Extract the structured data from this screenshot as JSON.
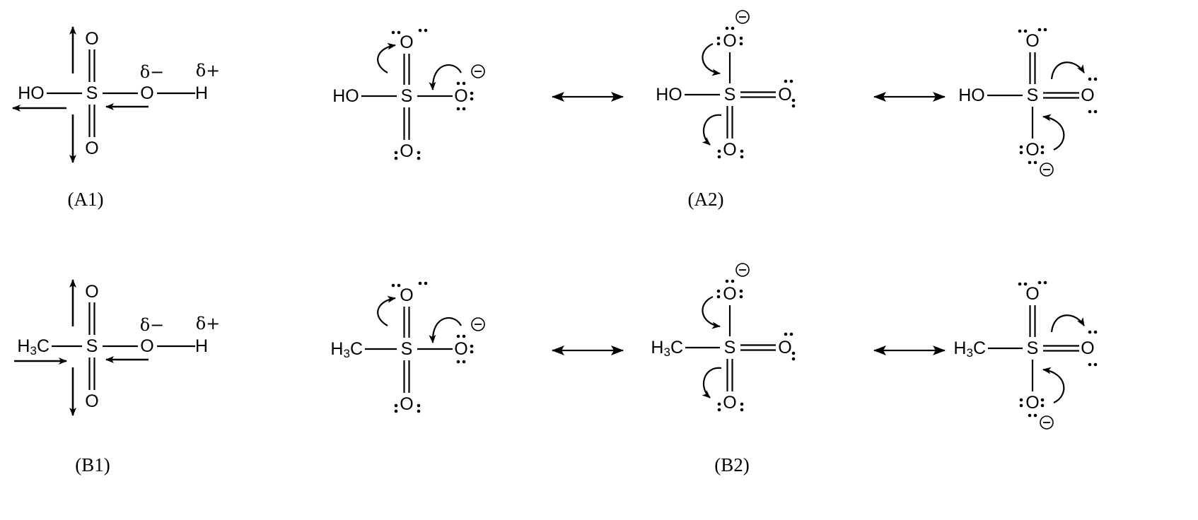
{
  "atoms": {
    "sulfur": "S",
    "oxygen": "O",
    "hydrogen": "H",
    "hydroxyl": "HO",
    "methyl_main": "H",
    "methyl_sub": "3",
    "methyl_tail": "C"
  },
  "partial_charges": {
    "negative": "δ−",
    "positive": "δ+"
  },
  "captions": {
    "a1": "(A1)",
    "a2": "(A2)",
    "b1": "(B1)",
    "b2": "(B2)"
  },
  "colors": {
    "ink": "#000000",
    "background": "#ffffff"
  }
}
